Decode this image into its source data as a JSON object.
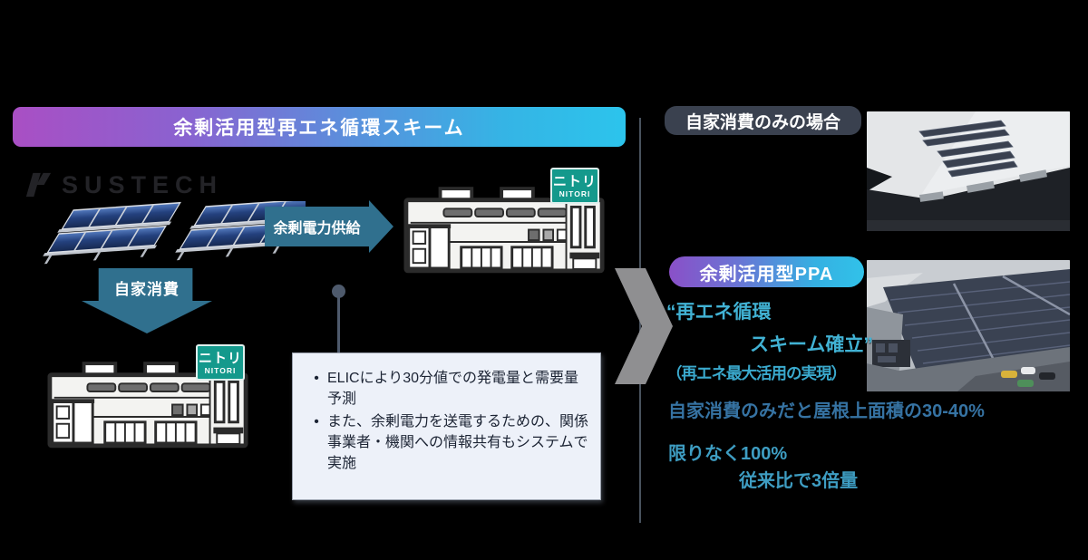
{
  "scheme": {
    "title": "余剰活用型再エネ循環スキーム",
    "logo_text": "SUSTECH",
    "self_consumption_label": "自家消費",
    "surplus_supply_label": "余剰電力供給",
    "nitori": {
      "jp": "ニトリ",
      "en": "NITORI"
    },
    "bullet_marker": "•",
    "notes": [
      "ELICにより30分値での発電量と需要量予測",
      "また、余剰電力を送電するための、関係事業者・機関への情報共有もシステムで実施"
    ]
  },
  "comparison": {
    "case_self_only_label": "自家消費のみの場合",
    "case_ppa_label": "余剰活用型PPA",
    "quote": {
      "line1": "“再エネ循環",
      "line2": "スキーム確立”",
      "line3": "（再エネ最大活用の実現）"
    },
    "stats": [
      "自家消費のみだと屋根上面積の30-40%",
      "限りなく100%",
      "従来比で3倍量"
    ]
  },
  "colors": {
    "background": "#000000",
    "flow_teal": "#30708e",
    "nitori_green": "#14998c",
    "banner_gradient_left": "#a94fc4",
    "banner_gradient_right": "#2cc4ec",
    "quote_cyan": "#41b2d4",
    "stat_blue": "#3673a3",
    "stat_cyan": "#3e9dc2",
    "chevron_gray": "#8f8f91"
  }
}
